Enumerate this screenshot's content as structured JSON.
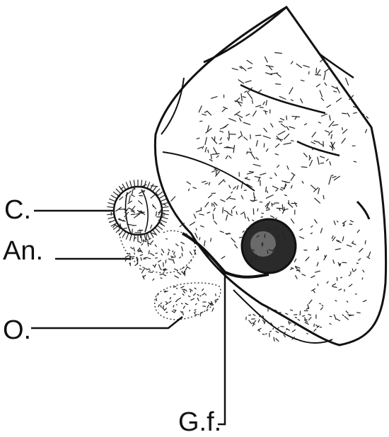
{
  "figure": {
    "labels": {
      "c": "C.",
      "an": "An.",
      "o": "O.",
      "gf": "G.f."
    }
  },
  "colors": {
    "ink": "#111111",
    "paper": "#ffffff"
  }
}
